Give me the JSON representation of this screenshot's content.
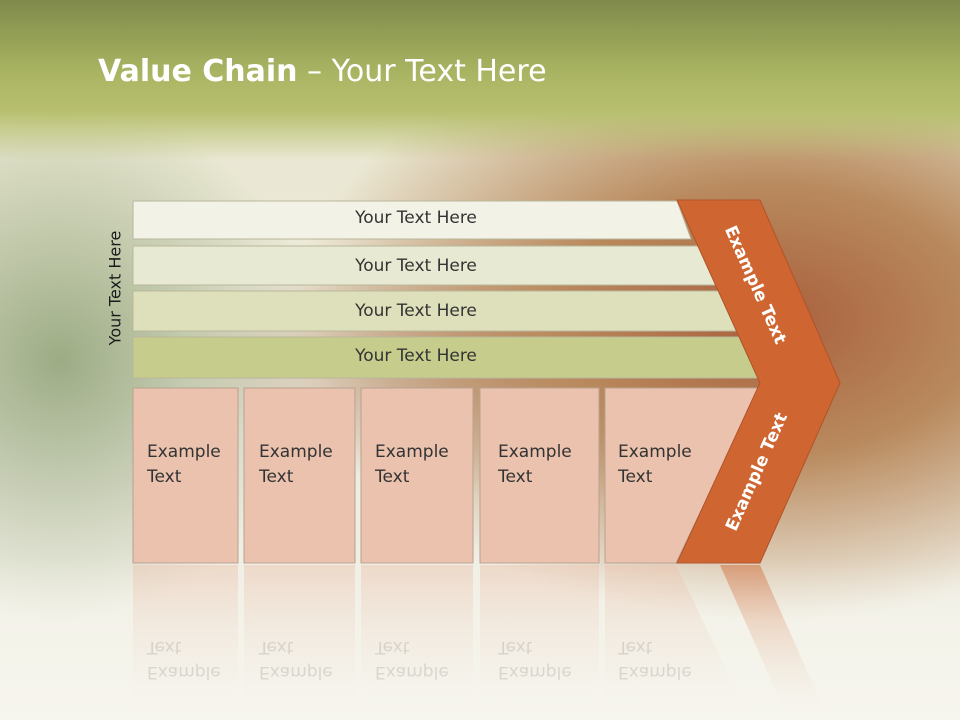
{
  "slide": {
    "title_bold": "Value Chain",
    "title_rest": " – Your Text Here",
    "side_label": "Your Text Here"
  },
  "bands": [
    {
      "label": "Your Text Here",
      "color": "#f3f2e6"
    },
    {
      "label": "Your Text Here",
      "color": "#e8e9d2"
    },
    {
      "label": "Your Text Here",
      "color": "#dee0bb"
    },
    {
      "label": "Your Text Here",
      "color": "#c6cc8b"
    }
  ],
  "boxes": [
    {
      "line1": "Example",
      "line2": "Text"
    },
    {
      "line1": "Example",
      "line2": "Text"
    },
    {
      "line1": "Example",
      "line2": "Text"
    },
    {
      "line1": "Example",
      "line2": "Text"
    },
    {
      "line1": "Example",
      "line2": "Text"
    }
  ],
  "arrow": {
    "upper_label": "Example Text",
    "lower_label": "Example Text",
    "color": "#cf6632"
  },
  "box_color": "#eac2ad"
}
